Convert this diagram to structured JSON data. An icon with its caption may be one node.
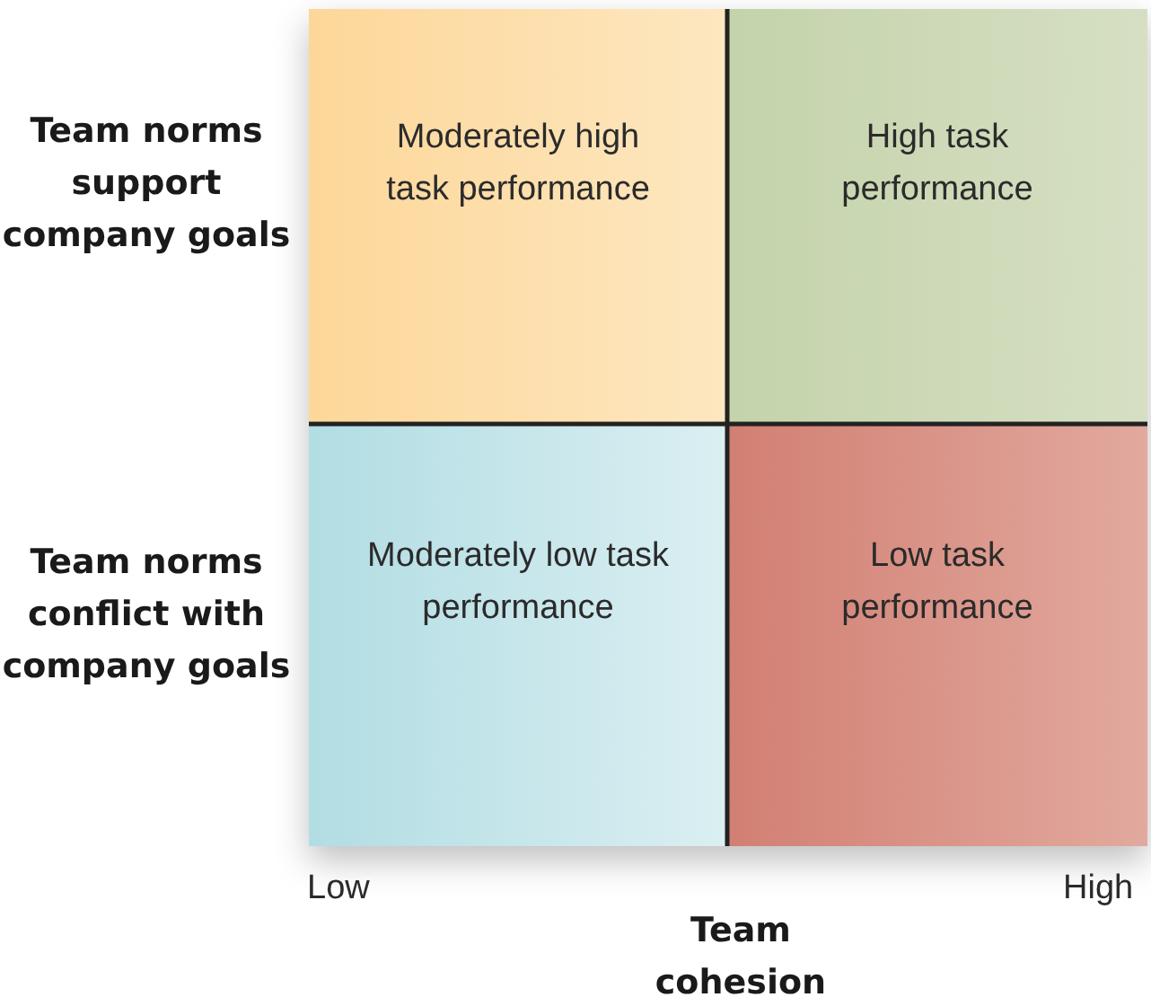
{
  "diagram": {
    "nodes": [
      {
        "text": [
          "Moderately high task performance"
        ]
      },
      {
        "text": [
          "High task performance"
        ]
      },
      {
        "text": [
          "Moderately low task performance"
        ]
      },
      {
        "text": [
          "Low task performance"
        ]
      }
    ],
    "labels": [
      "Team norms support company goals",
      "Team norms conflict with company goals",
      "Low",
      "High",
      "Team cohesion"
    ]
  }
}
